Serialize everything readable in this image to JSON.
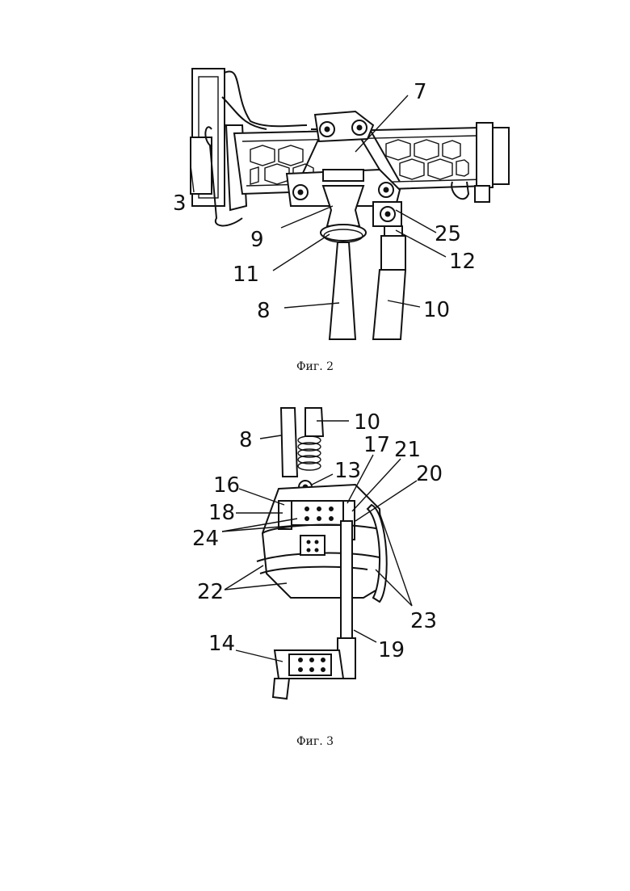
{
  "fig2": {
    "caption": "Фиг. 2",
    "labels": {
      "l3": "3",
      "l7": "7",
      "l8": "8",
      "l9": "9",
      "l10": "10",
      "l11": "11",
      "l12": "12",
      "l25": "25"
    }
  },
  "fig3": {
    "caption": "Фиг. 3",
    "labels": {
      "l8": "8",
      "l10": "10",
      "l13": "13",
      "l14": "14",
      "l16": "16",
      "l17": "17",
      "l18": "18",
      "l19": "19",
      "l20": "20",
      "l21": "21",
      "l22": "22",
      "l23": "23",
      "l24": "24"
    }
  }
}
